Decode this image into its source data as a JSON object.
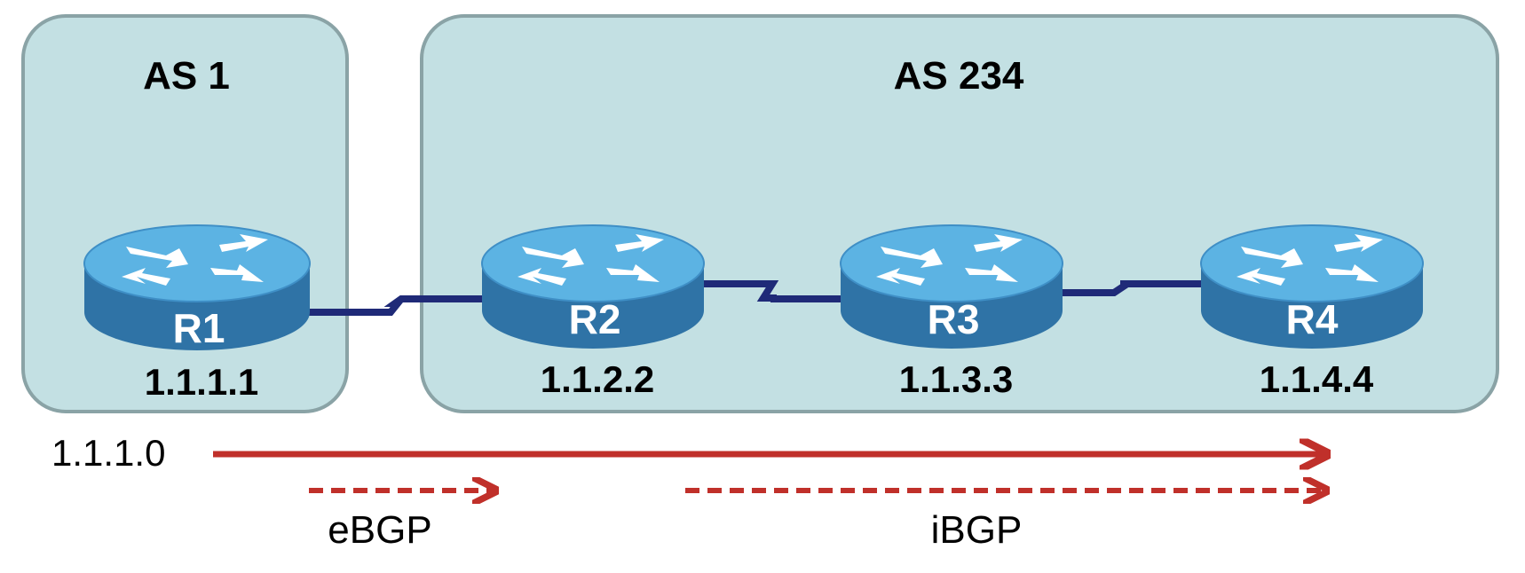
{
  "autonomous_systems": [
    {
      "id": "as1",
      "label": "AS 1"
    },
    {
      "id": "as234",
      "label": "AS 234"
    }
  ],
  "routers": [
    {
      "id": "r1",
      "name": "R1",
      "address": "1.1.1.1"
    },
    {
      "id": "r2",
      "name": "R2",
      "address": "1.1.2.2"
    },
    {
      "id": "r3",
      "name": "R3",
      "address": "1.1.3.3"
    },
    {
      "id": "r4",
      "name": "R4",
      "address": "1.1.4.4"
    }
  ],
  "links": [
    {
      "from": "R1",
      "to": "R2"
    },
    {
      "from": "R2",
      "to": "R3"
    },
    {
      "from": "R3",
      "to": "R4"
    }
  ],
  "prefix": {
    "label": "1.1.1.0"
  },
  "sessions": [
    {
      "label": "eBGP"
    },
    {
      "label": "iBGP"
    }
  ],
  "colors": {
    "as_box_fill": "#c3e0e3",
    "as_box_stroke": "#8aa3a6",
    "router_top": "#5cb3e3",
    "router_side": "#2f73a6",
    "link": "#1f2a78",
    "arrow": "#c0302a"
  }
}
